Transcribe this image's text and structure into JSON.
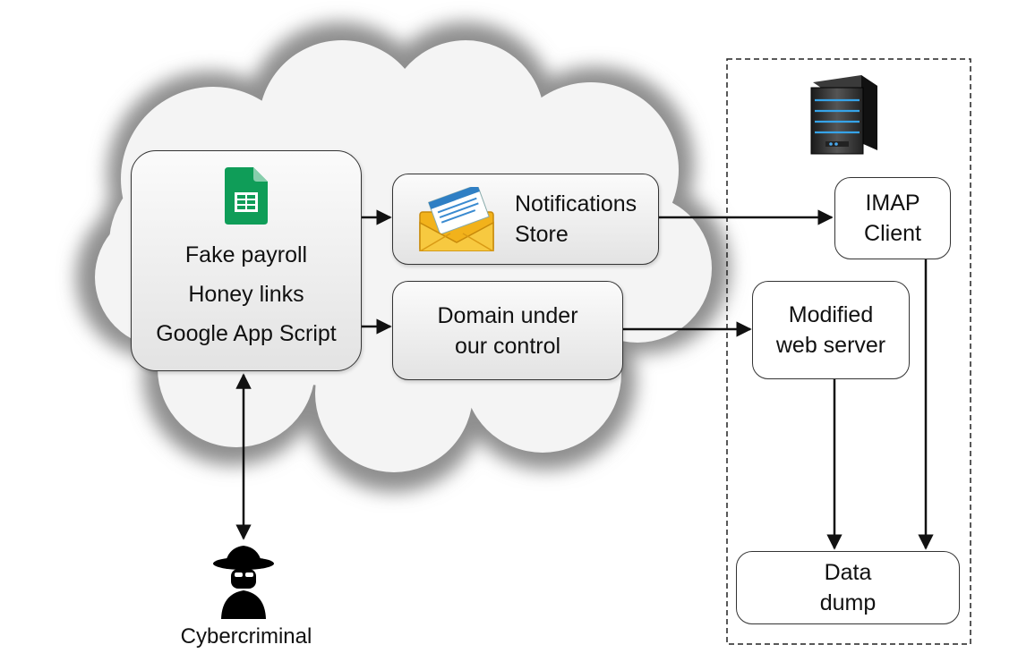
{
  "diagram": {
    "source_box": {
      "lines": [
        "Fake payroll",
        "Honey links",
        "Google App Script"
      ],
      "icon": "google-sheets-icon"
    },
    "notifications_box": {
      "lines": [
        "Notifications",
        "Store"
      ],
      "icon": "envelope-icon"
    },
    "domain_box": {
      "lines": [
        "Domain under",
        "our control"
      ]
    },
    "imap_box": {
      "lines": [
        "IMAP",
        "Client"
      ]
    },
    "web_server_box": {
      "lines": [
        "Modified",
        "web server"
      ]
    },
    "data_dump_box": {
      "lines": [
        "Data",
        "dump"
      ]
    },
    "server_icon": "server-icon",
    "cybercriminal": {
      "label": "Cybercriminal",
      "icon": "spy-icon"
    },
    "colors": {
      "sheets_green": "#0F9D58",
      "arrow": "#111111",
      "cloud_shadow": "#9a9a9a"
    }
  }
}
